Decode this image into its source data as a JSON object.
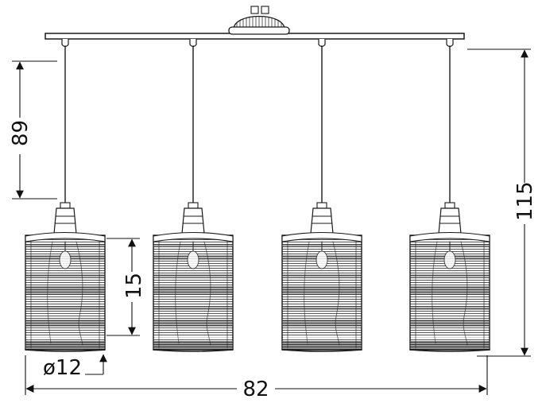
{
  "diagram": {
    "pendant_count": 4,
    "line_color": "#1a1a1a",
    "background": "#ffffff",
    "labels": {
      "drop_height": "89",
      "total_height": "115",
      "shade_height": "15",
      "shade_diameter": "ø12",
      "overall_width": "82"
    }
  }
}
